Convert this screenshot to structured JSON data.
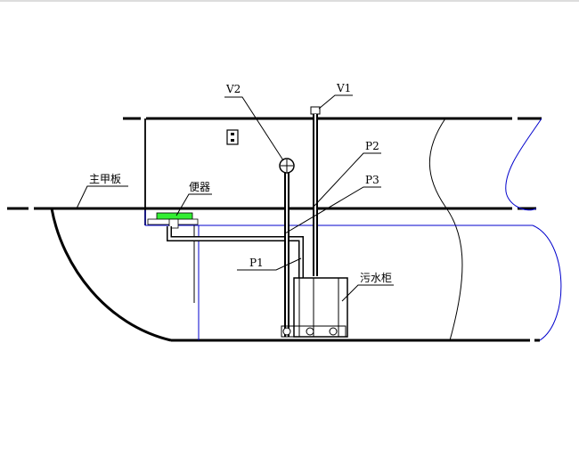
{
  "labels": {
    "v2": "V2",
    "v1": "V1",
    "p2": "P2",
    "p3": "P3",
    "p1": "P1",
    "toilet": "便器",
    "main_deck": "主甲板",
    "sewage_tank": "污水柜"
  },
  "colors": {
    "line": "#000000",
    "waterline": "#0000cc",
    "toilet": "#33ee33"
  }
}
